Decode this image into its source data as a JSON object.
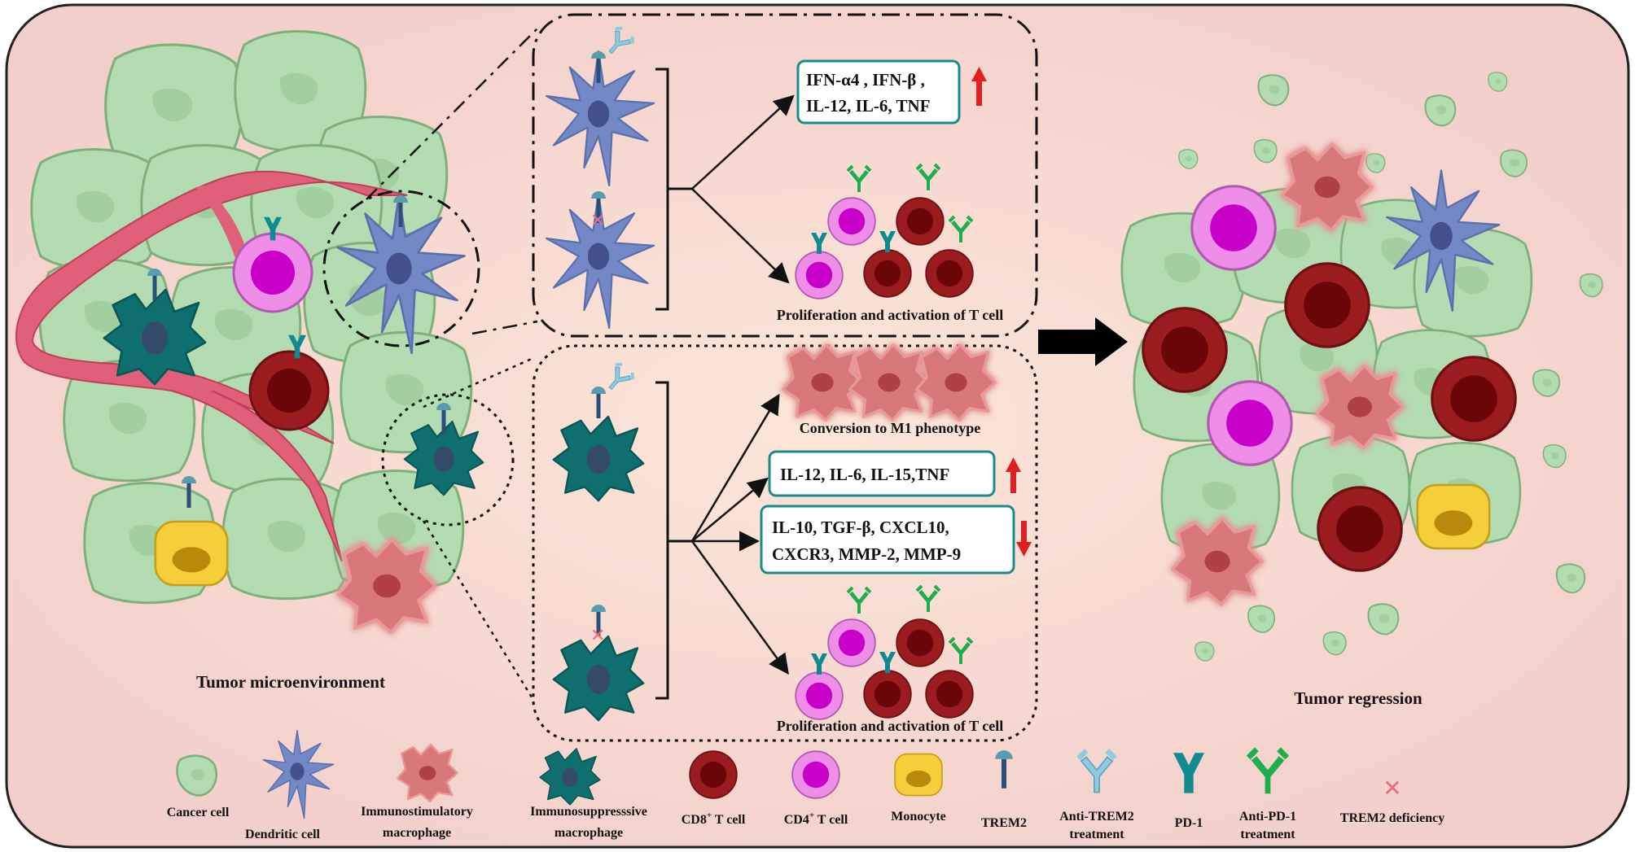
{
  "panels": {
    "left_caption": "Tumor microenvironment",
    "right_caption": "Tumor regression"
  },
  "dc_box": {
    "cytokines_up_line1": "IFN-α4 , IFN-β ,",
    "cytokines_up_line2": "IL-12, IL-6, TNF",
    "tcell_caption": "Proliferation and activation of T cell"
  },
  "mac_box": {
    "m1_caption": "Conversion to M1 phenotype",
    "cytokines_up": "IL-12, IL-6, IL-15,TNF",
    "cytokines_down_line1": "IL-10, TGF-β, CXCL10,",
    "cytokines_down_line2": "CXCR3, MMP-2, MMP-9",
    "tcell_caption": "Proliferation and activation of T cell"
  },
  "legend": {
    "cancer_cell": "Cancer cell",
    "dendritic_cell": "Dendritic cell",
    "immunostim_line1": "Immunostimulatory",
    "immunostim_line2": "macrophage",
    "immunosupp_line1": "Immunosuppresssive",
    "immunosupp_line2": "macrophage",
    "cd8": "CD8",
    "cd4": "CD4",
    "plus": "+",
    "t_cell": " T cell",
    "monocyte": "Monocyte",
    "trem2": "TREM2",
    "anti_trem2_line1": "Anti-TREM2",
    "anti_trem2_line2": "treatment",
    "pd1": "PD-1",
    "anti_pd1_line1": "Anti-PD-1",
    "anti_pd1_line2": "treatment",
    "trem2_def": "TREM2 deficiency"
  },
  "colors": {
    "background": "#f6d9d3",
    "cancer_cell": "#b4dcb2",
    "cancer_outline": "#7fb07c",
    "dendritic": "#7388c4",
    "macrophage_stim": "#d9787a",
    "macrophage_supp": "#0f6f6e",
    "cd8_outer": "#9b1c1f",
    "cd4_outer": "#ee8ee8",
    "cd4_inner": "#c800c8",
    "monocyte": "#f4cf3a",
    "trem2": "#5a9cae",
    "anti_trem2": "#8ecbe0",
    "pd1": "#0f8a8f",
    "anti_pd1": "#1fae4e",
    "deficiency": "#f06a7a",
    "vessel": "#e0607a",
    "box_border": "#1a8b88",
    "up_arrow": "#e02020"
  }
}
